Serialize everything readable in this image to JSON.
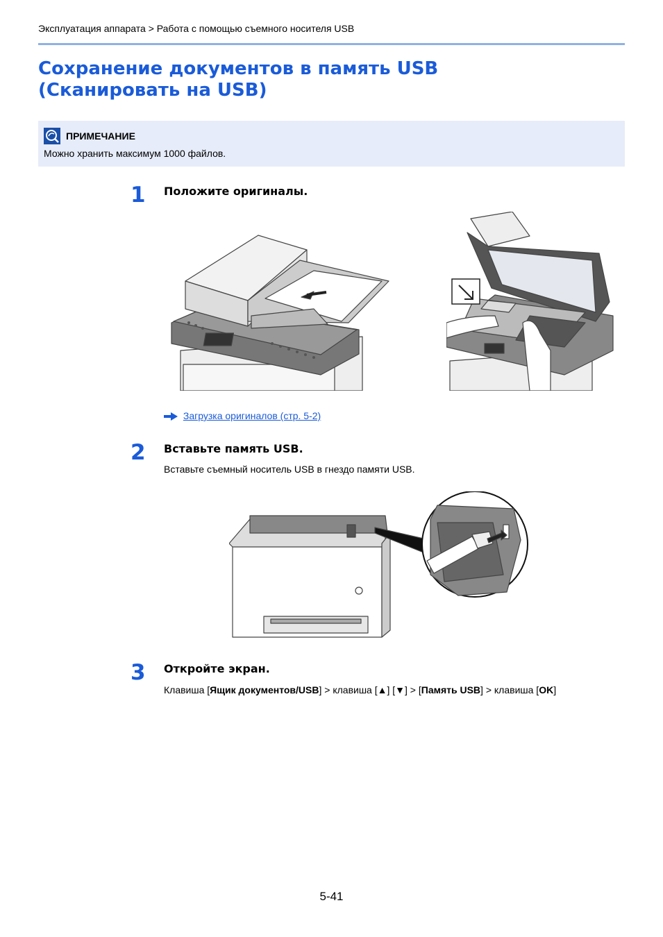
{
  "header": {
    "breadcrumb": "Эксплуатация аппарата > Работа с помощью съемного носителя USB"
  },
  "page_title": {
    "line1": "Сохранение документов в память USB",
    "line2": "(Сканировать на USB)"
  },
  "note": {
    "label": "ПРИМЕЧАНИЕ",
    "text": "Можно хранить максимум 1000 файлов."
  },
  "steps": [
    {
      "number": "1",
      "title": "Положите оригиналы.",
      "link": "Загрузка оригиналов (стр. 5-2)"
    },
    {
      "number": "2",
      "title": "Вставьте память USB.",
      "text": "Вставьте съемный носитель USB в гнездо памяти USB."
    },
    {
      "number": "3",
      "title": "Откройте экран.",
      "instruction": {
        "t1": "Клавиша [",
        "k1": "Ящик документов/USB",
        "t2": "] > клавиша [",
        "k2": "▲",
        "t3": "] [",
        "k3": "▼",
        "t4": "] > [",
        "k4": "Память USB",
        "t5": "] > клавиша [",
        "k5": "OK",
        "t6": "]"
      }
    }
  ],
  "footer": {
    "page_number": "5-41"
  },
  "colors": {
    "accent": "#1a5bd8",
    "rule": "#8fb1e3",
    "note_bg": "#e6ecf9"
  }
}
